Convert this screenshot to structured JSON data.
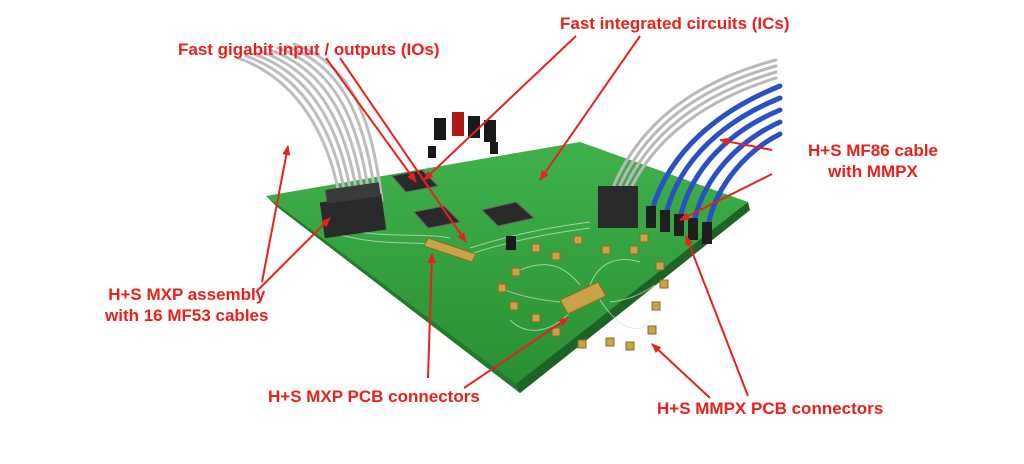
{
  "colors": {
    "annotation": "#e8211d",
    "board": "#2f9e3a",
    "board_edge": "#1e6b27",
    "cable_gray": "#c9c9c9",
    "cable_blue": "#2b4fc4",
    "chip": "#2a2a2a",
    "connector_gold": "#c9a24a"
  },
  "labels": {
    "ics": "Fast integrated circuits (ICs)",
    "ios": "Fast gigabit input / outputs (IOs)",
    "mf86_line1": "H+S MF86 cable",
    "mf86_line2": "with MMPX",
    "mxp_assembly_line1": "H+S MXP assembly",
    "mxp_assembly_line2": "with 16 MF53 cables",
    "mxp_pcb": "H+S MXP PCB connectors",
    "mmpx_pcb": "H+S MMPX PCB connectors"
  },
  "icons": {
    "board": "pcb-board-icon",
    "chip": "ic-chip-icon",
    "cable": "cable-icon",
    "connector": "connector-icon"
  }
}
